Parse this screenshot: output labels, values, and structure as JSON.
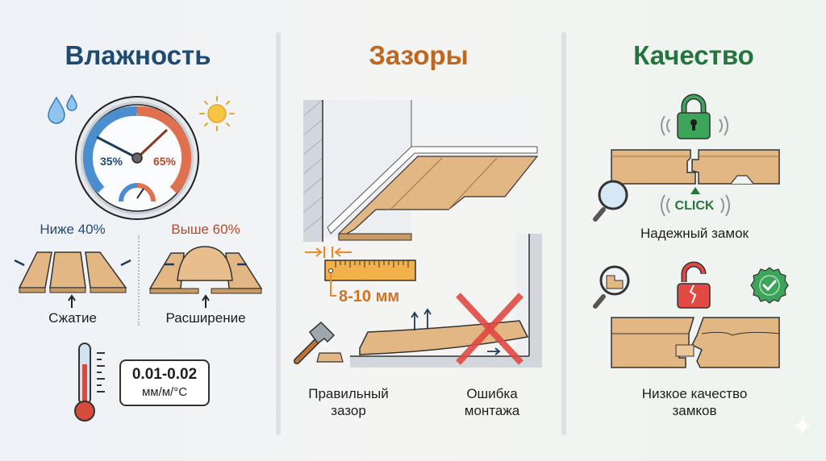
{
  "colors": {
    "humidity_title": "#1f4a72",
    "gaps_title": "#c0661d",
    "quality_title": "#25763e",
    "blue_low": "#3d7fc1",
    "red_high": "#d4583a",
    "wood": "#e3b784",
    "orange_accent": "#e88a2a",
    "green": "#3da559",
    "red_x": "#e04a42"
  },
  "humidity": {
    "title": "Влажность",
    "gauge": {
      "low_value": "35%",
      "high_value": "65%"
    },
    "below_label": "Ниже 40%",
    "above_label": "Выше 60%",
    "compression_label": "Сжатие",
    "expansion_label": "Расширение",
    "coefficient": {
      "value": "0.01-0.02",
      "unit": "мм/м/°C"
    }
  },
  "gaps": {
    "title": "Зазоры",
    "gap_size": "8-10 мм",
    "correct_label_line1": "Правильный",
    "correct_label_line2": "зазор",
    "error_label_line1": "Ошибка",
    "error_label_line2": "монтажа"
  },
  "quality": {
    "title": "Качество",
    "click_text": "CLICK",
    "reliable_lock_label": "Надежный замок",
    "low_quality_label_line1": "Низкое качество",
    "low_quality_label_line2": "замков"
  }
}
